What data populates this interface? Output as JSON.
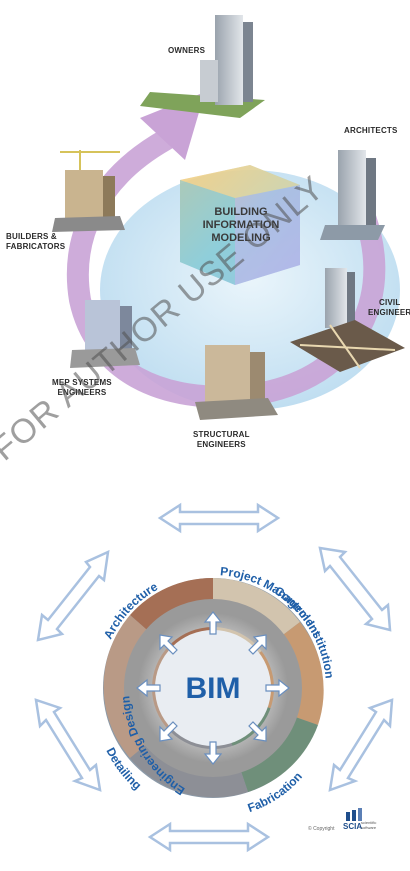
{
  "top": {
    "center_title": [
      "BUILDING",
      "INFORMATION",
      "MODELING"
    ],
    "stages": {
      "owners": "OWNERS",
      "architects": "ARCHITECTS",
      "civil": [
        "CIVIL",
        "ENGINEER"
      ],
      "structural": [
        "STRUCTURAL",
        "ENGINEERS"
      ],
      "mep": [
        "MEP SYSTEMS",
        "ENGINEERS"
      ],
      "builders": [
        "BUILDERS &",
        "FABRICATORS"
      ]
    }
  },
  "watermark": "FOR AUTHOR USE ONLY",
  "bottom": {
    "hub": "BIM",
    "segments": [
      "Architecture",
      "Project Management",
      "Control Institution",
      "Fabrication",
      "Detailing",
      "Engineering Design"
    ],
    "copyright": "© Copyright",
    "logo": "SCIA",
    "logo_sub": [
      "scientific",
      "software"
    ]
  },
  "colors": {
    "cycle_arrow": "#c9a3d6",
    "ellipse": "#d4e9f5",
    "text_blue": "#1f5fa8",
    "ring_grey": "#b8b8b8",
    "arrow_outline": "#a9c1e0"
  }
}
